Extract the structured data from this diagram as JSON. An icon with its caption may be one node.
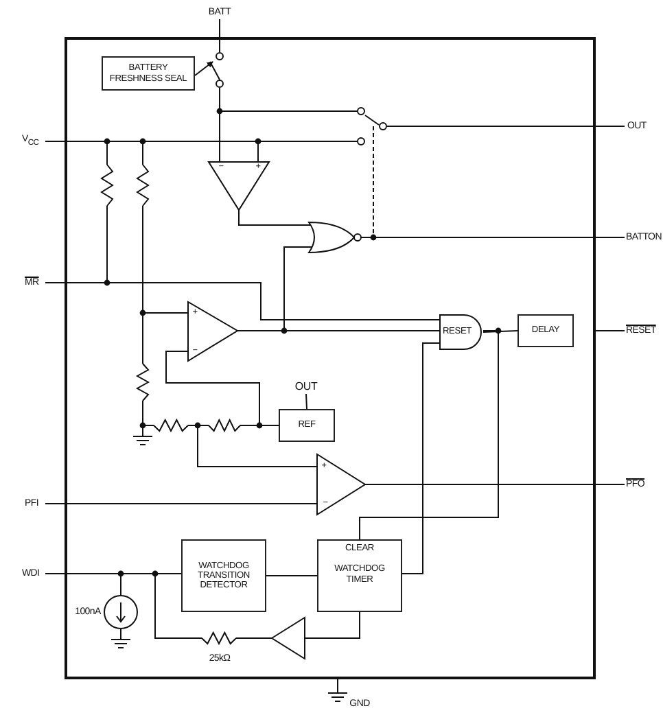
{
  "diagram": {
    "nodes": [
      {
        "text": [
          "BATTERY FRESHNESS SEAL"
        ]
      },
      {
        "text": [
          "RESET"
        ]
      },
      {
        "text": [
          "DELAY"
        ]
      },
      {
        "text": [
          "OUT"
        ]
      },
      {
        "text": [
          "REF"
        ]
      },
      {
        "text": [
          "WATCHDOG TRANSITION DETECTOR"
        ]
      },
      {
        "text": [
          "CLEAR",
          "WATCHDOG TIMER"
        ]
      }
    ],
    "edges": [
      {
        "from": 0,
        "to": null,
        "arrow": "to"
      },
      {
        "from": 1,
        "to": 2,
        "arrow": "none"
      },
      {
        "from": 3,
        "to": 4,
        "arrow": "none"
      },
      {
        "from": 5,
        "to": 6,
        "arrow": "none"
      },
      {
        "from": 6,
        "to": 1,
        "arrow": "none"
      },
      {
        "from": 1,
        "to": 6,
        "arrow": "none"
      }
    ],
    "labels": [
      "BATT",
      "OUT",
      "V$_{CC}$",
      "−",
      "+",
      "BATTON",
      "MR",
      "+",
      "RESET",
      "−",
      "+",
      "PFO",
      "PFI",
      "−",
      "WDI",
      "100nA",
      "25kΩ",
      "GND"
    ]
  }
}
